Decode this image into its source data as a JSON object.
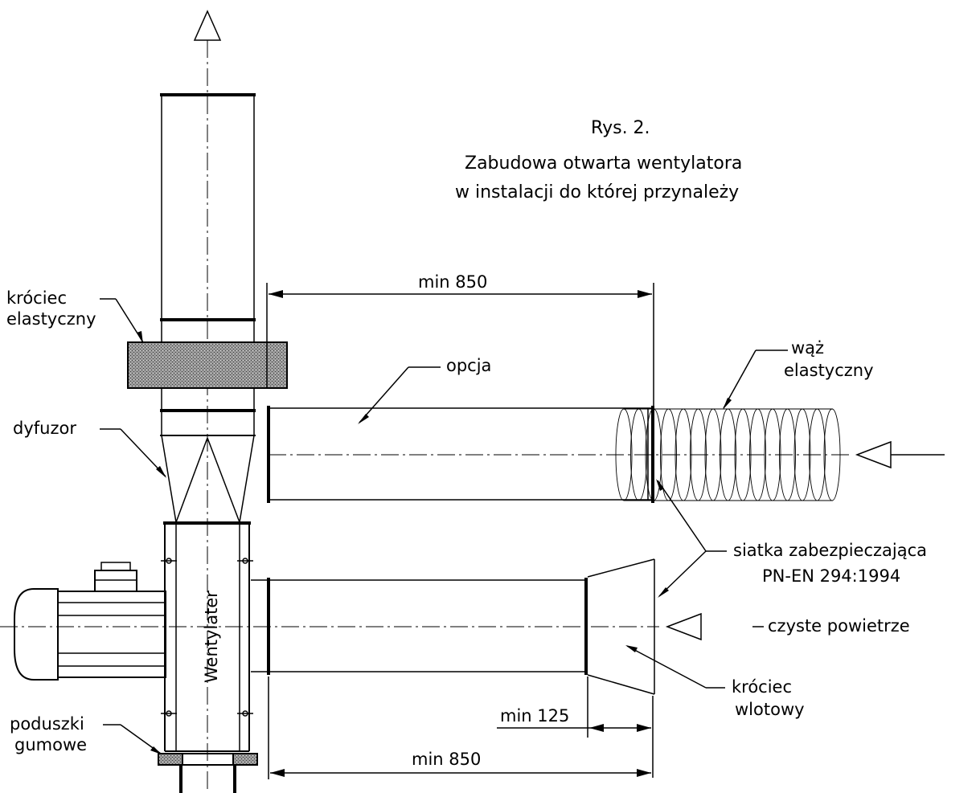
{
  "title": {
    "figure": "Rys. 2.",
    "line1": "Zabudowa otwarta wentylatora",
    "line2": "w instalacji do której przynależy"
  },
  "labels": {
    "krociec_elastyczny_1": "króciec",
    "krociec_elastyczny_2": "elastyczny",
    "dyfuzor": "dyfuzor",
    "opcja": "opcja",
    "waz_1": "wąż",
    "waz_2": "elastyczny",
    "siatka_1": "siatka zabezpieczająca",
    "siatka_2": "PN-EN 294:1994",
    "czyste_powietrze": "czyste powietrze",
    "krociec_wlotowy_1": "króciec",
    "krociec_wlotowy_2": "wlotowy",
    "poduszki_1": "poduszki",
    "poduszki_2": "gumowe",
    "wentylator": "Wentylater"
  },
  "dimensions": {
    "top_min": "min 850",
    "mid_min": "min 125",
    "bottom_min": "min 850"
  }
}
